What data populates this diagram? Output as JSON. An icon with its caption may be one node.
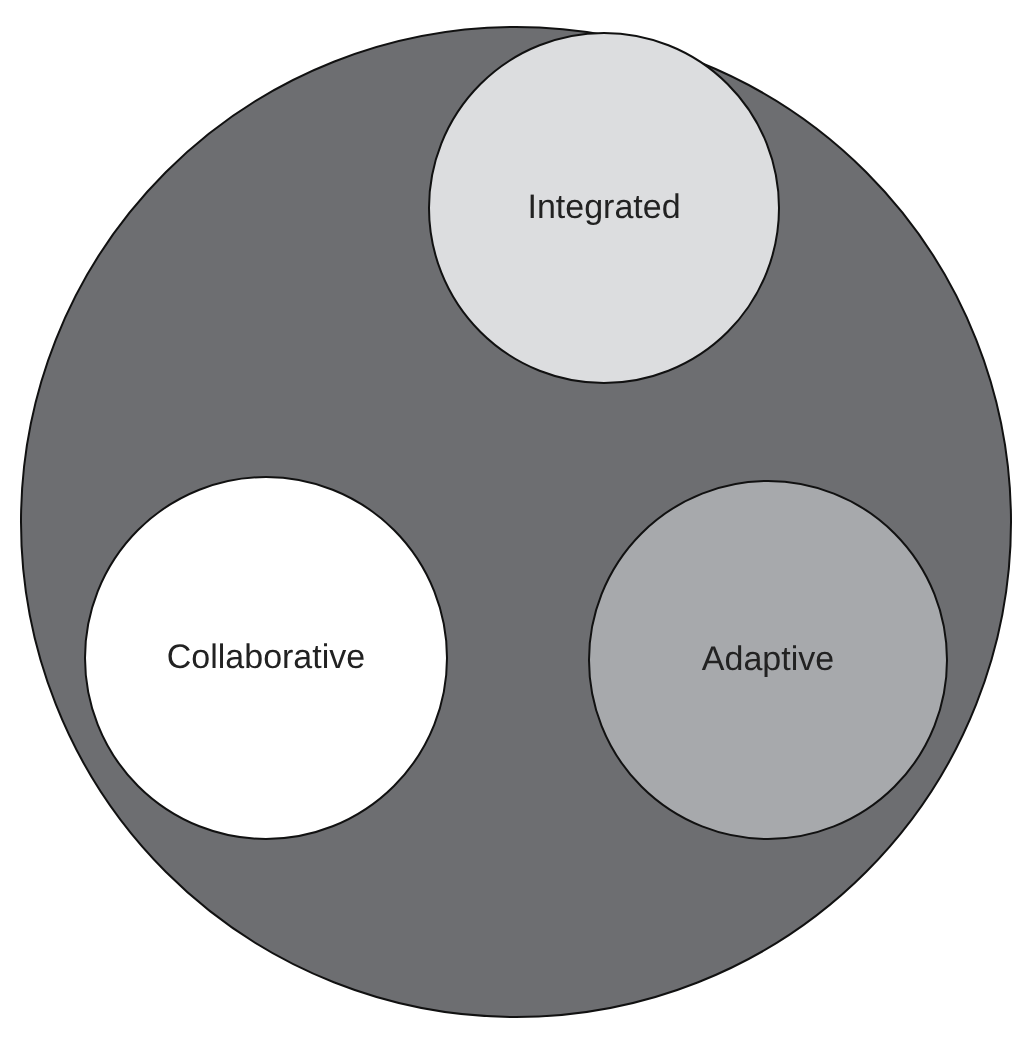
{
  "diagram": {
    "nodes": [
      {
        "text": [],
        "shape": "circle"
      },
      {
        "text": [
          "Integrated"
        ],
        "in": 0
      },
      {
        "text": [
          "Collaborative"
        ],
        "in": 0
      },
      {
        "text": [
          "Adaptive"
        ],
        "in": 0
      }
    ]
  }
}
